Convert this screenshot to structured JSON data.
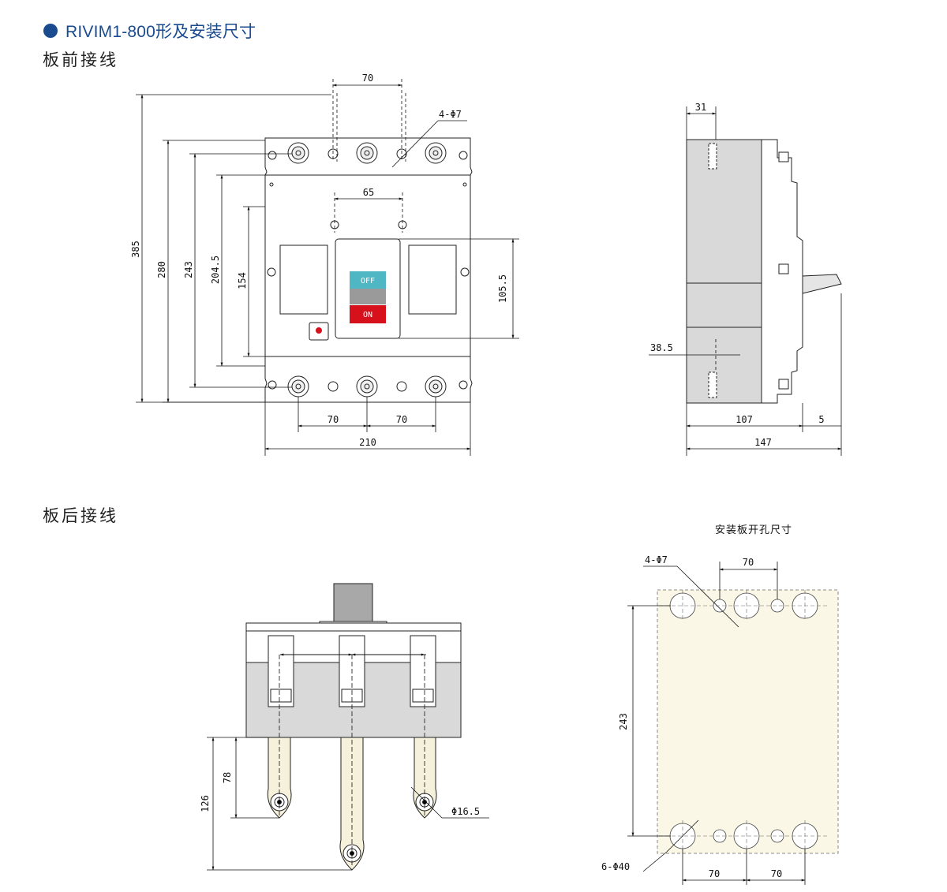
{
  "header": {
    "title": "RIVIM1-800形及安装尺寸",
    "accent_color": "#1a4b8f"
  },
  "sections": {
    "front": "板前接线",
    "back": "板后接线"
  },
  "front_view": {
    "dim_top_70": "70",
    "hole_label": "4-Φ7",
    "dim_65": "65",
    "dim_385": "385",
    "dim_280": "280",
    "dim_243": "243",
    "dim_204_5": "204.5",
    "dim_154": "154",
    "dim_105_5": "105.5",
    "dim_bottom_70a": "70",
    "dim_bottom_70b": "70",
    "dim_210": "210",
    "off_label": "OFF",
    "on_label": "ON",
    "off_color": "#4fb7c3",
    "on_color": "#d7111b"
  },
  "side_view": {
    "dim_31": "31",
    "dim_38_5": "38.5",
    "dim_107": "107",
    "dim_5": "5",
    "dim_147": "147"
  },
  "rear_view": {
    "dim_78": "78",
    "dim_126": "126",
    "hole_label": "Φ16.5"
  },
  "cutout": {
    "caption": "安装板开孔尺寸",
    "hole_label_top": "4-Φ7",
    "dim_top_70": "70",
    "dim_243": "243",
    "hole_label_bottom": "6-Φ40",
    "dim_bottom_70a": "70",
    "dim_bottom_70b": "70",
    "panel_color": "#fbf7e6"
  }
}
